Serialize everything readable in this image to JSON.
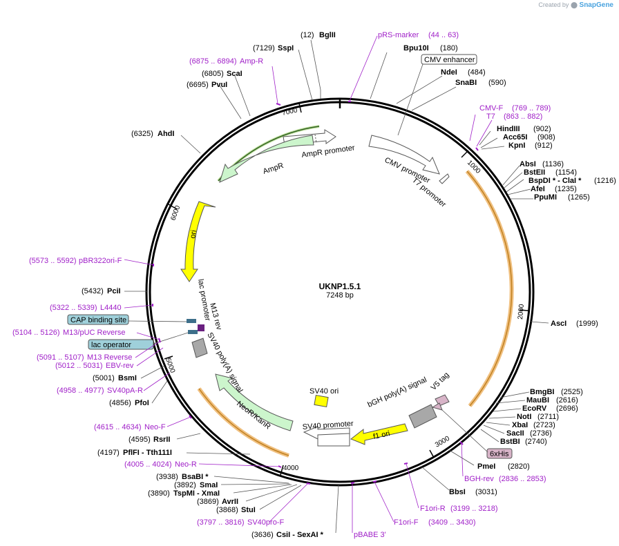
{
  "credit": {
    "created_by": "Created by",
    "brand": "SnapGene"
  },
  "plasmid": {
    "name": "UKNP1.5.1",
    "size": "7248 bp"
  },
  "ticks": [
    "1000",
    "2000",
    "3000",
    "4000",
    "5000",
    "6000",
    "7000"
  ],
  "enzymes": [
    {
      "id": "bglii",
      "name": "BglII",
      "coord": "(12)"
    },
    {
      "id": "sspi",
      "name": "SspI",
      "coord": "(7129)"
    },
    {
      "id": "bpu10i",
      "name": "Bpu10I",
      "coord": "(180)"
    },
    {
      "id": "scai",
      "name": "ScaI",
      "coord": "(6805)"
    },
    {
      "id": "ndei",
      "name": "NdeI",
      "coord": "(484)"
    },
    {
      "id": "pvui",
      "name": "PvuI",
      "coord": "(6695)"
    },
    {
      "id": "snabi",
      "name": "SnaBI",
      "coord": "(590)"
    },
    {
      "id": "ahdi",
      "name": "AhdI",
      "coord": "(6325)"
    },
    {
      "id": "hindiii",
      "name": "HindIII",
      "coord": "(902)"
    },
    {
      "id": "acc65i",
      "name": "Acc65I",
      "coord": "(908)"
    },
    {
      "id": "kpni",
      "name": "KpnI",
      "coord": "(912)"
    },
    {
      "id": "absi",
      "name": "AbsI",
      "coord": "(1136)"
    },
    {
      "id": "bsteii",
      "name": "BstEII",
      "coord": "(1154)"
    },
    {
      "id": "bspdi",
      "name": "BspDI *  - ClaI *",
      "coord": "(1216)"
    },
    {
      "id": "afei",
      "name": "AfeI",
      "coord": "(1235)"
    },
    {
      "id": "ppumi",
      "name": "PpuMI",
      "coord": "(1265)"
    },
    {
      "id": "pcii",
      "name": "PciI",
      "coord": "(5432)"
    },
    {
      "id": "asci",
      "name": "AscI",
      "coord": "(1999)"
    },
    {
      "id": "bsmi",
      "name": "BsmI",
      "coord": "(5001)"
    },
    {
      "id": "bmgbi",
      "name": "BmgBI",
      "coord": "(2525)"
    },
    {
      "id": "maubi",
      "name": "MauBI",
      "coord": "(2616)"
    },
    {
      "id": "pfoi",
      "name": "PfoI",
      "coord": "(4856)"
    },
    {
      "id": "ecorv",
      "name": "EcoRV",
      "coord": "(2696)"
    },
    {
      "id": "noti",
      "name": "NotI",
      "coord": "(2711)"
    },
    {
      "id": "xbai",
      "name": "XbaI",
      "coord": "(2723)"
    },
    {
      "id": "sacii",
      "name": "SacII",
      "coord": "(2736)"
    },
    {
      "id": "bstbi",
      "name": "BstBI",
      "coord": "(2740)"
    },
    {
      "id": "rsrii",
      "name": "RsrII",
      "coord": "(4595)"
    },
    {
      "id": "pfifi",
      "name": "PflFI  - Tth111I",
      "coord": "(4197)"
    },
    {
      "id": "pmei",
      "name": "PmeI",
      "coord": "(2820)"
    },
    {
      "id": "bsabi",
      "name": "BsaBI *",
      "coord": "(3938)"
    },
    {
      "id": "smai",
      "name": "SmaI",
      "coord": "(3892)"
    },
    {
      "id": "tspmi",
      "name": "TspMI  - XmaI",
      "coord": "(3890)"
    },
    {
      "id": "avrii",
      "name": "AvrII",
      "coord": "(3869)"
    },
    {
      "id": "bbsi",
      "name": "BbsI",
      "coord": "(3031)"
    },
    {
      "id": "stui",
      "name": "StuI",
      "coord": "(3868)"
    },
    {
      "id": "csii",
      "name": "CsiI  - SexAI *",
      "coord": "(3636)"
    }
  ],
  "primers": [
    {
      "id": "prs-marker",
      "name": "pRS-marker",
      "coord": "(44 .. 63)"
    },
    {
      "id": "amp-r",
      "name": "Amp-R",
      "coord": "(6875 .. 6894)"
    },
    {
      "id": "cmv-f",
      "name": "CMV-F",
      "coord": "(769 .. 789)"
    },
    {
      "id": "t7",
      "name": "T7",
      "coord": "(863 .. 882)"
    },
    {
      "id": "pbr322ori-f",
      "name": "pBR322ori-F",
      "coord": "(5573 .. 5592)"
    },
    {
      "id": "l4440",
      "name": "L4440",
      "coord": "(5322 .. 5339)"
    },
    {
      "id": "m13-puc-reverse",
      "name": "M13/pUC Reverse",
      "coord": "(5104 .. 5126)"
    },
    {
      "id": "m13-reverse",
      "name": "M13 Reverse",
      "coord": "(5091 .. 5107)"
    },
    {
      "id": "ebv-rev",
      "name": "EBV-rev",
      "coord": "(5012 .. 5031)"
    },
    {
      "id": "sv40pa-r",
      "name": "SV40pA-R",
      "coord": "(4958 .. 4977)"
    },
    {
      "id": "neo-f",
      "name": "Neo-F",
      "coord": "(4615 .. 4634)"
    },
    {
      "id": "neo-r",
      "name": "Neo-R",
      "coord": "(4005 .. 4024)"
    },
    {
      "id": "sv40pro-f",
      "name": "SV40pro-F",
      "coord": "(3797 .. 3816)"
    },
    {
      "id": "pbabe3",
      "name": "pBABE 3'",
      "coord": ""
    },
    {
      "id": "f1ori-f",
      "name": "F1ori-F",
      "coord": "(3409 .. 3430)"
    },
    {
      "id": "f1ori-r",
      "name": "F1ori-R",
      "coord": "(3199 .. 3218)"
    },
    {
      "id": "bgh-rev",
      "name": "BGH-rev",
      "coord": "(2836 .. 2853)"
    }
  ],
  "boxed_labels": {
    "cmv_enhancer": "CMV enhancer",
    "cap_binding_site": "CAP binding site",
    "lac_operator": "lac operator",
    "six_his": "6xHis"
  },
  "features": {
    "ampr_promoter": "AmpR promoter",
    "ampr": "AmpR",
    "cmv_promoter": "CMV promoter",
    "t7_promoter": "T7 promoter",
    "ori": "ori",
    "lac_promoter": "lac promoter",
    "m13_rev": "M13 rev",
    "sv40_polya": "SV40 poly(A) signal",
    "neor_kanr": "NeoR/KanR",
    "sv40_ori": "SV40 ori",
    "bgh_polya": "bGH poly(A) signal",
    "v5_tag": "V5 tag",
    "sv40_promoter": "SV40 promoter",
    "f1_ori": "f1 ori"
  },
  "colors": {
    "backbone": "#000000",
    "primer": "#a020c8",
    "orf_highlight": "#f0c080",
    "orf_line": "#c08020",
    "feature_green": "#ccf5cc",
    "feature_yellow": "#ffff00",
    "feature_gray": "#a8a8a8",
    "box_blue": "#9fd0da",
    "box_pink": "#d8b4c8"
  }
}
